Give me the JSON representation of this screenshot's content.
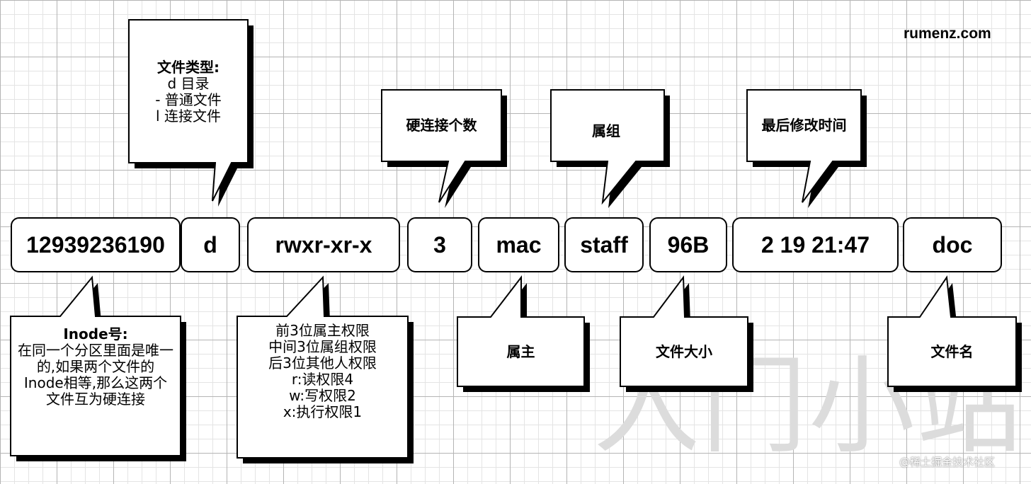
{
  "site_label": "rumenz.com",
  "watermark": "入门小站",
  "footer": "@稀土掘金技术社区",
  "fields": {
    "inode": "12939236190",
    "type": "d",
    "perms": "rwxr-xr-x",
    "links": "3",
    "owner": "mac",
    "group": "staff",
    "size": "96B",
    "mtime": "2 19 21:47",
    "name": "doc"
  },
  "callouts": {
    "file_type": {
      "title": "文件类型:",
      "lines": [
        "d 目录",
        "- 普通文件",
        "l 连接文件"
      ]
    },
    "hard_links": {
      "title": "硬连接个数"
    },
    "group": {
      "title": "属组"
    },
    "mtime": {
      "title": "最后修改时间"
    },
    "inode": {
      "title": "Inode号:",
      "body": "在同一个分区里面是唯一的,如果两个文件的Inode相等,那么这两个文件互为硬连接"
    },
    "perms": {
      "lines": [
        "前3位属主权限",
        "中间3位属组权限",
        "后3位其他人权限",
        "r:读权限4",
        "w:写权限2",
        "x:执行权限1"
      ]
    },
    "owner": {
      "title": "属主"
    },
    "size": {
      "title": "文件大小"
    },
    "name": {
      "title": "文件名"
    }
  }
}
